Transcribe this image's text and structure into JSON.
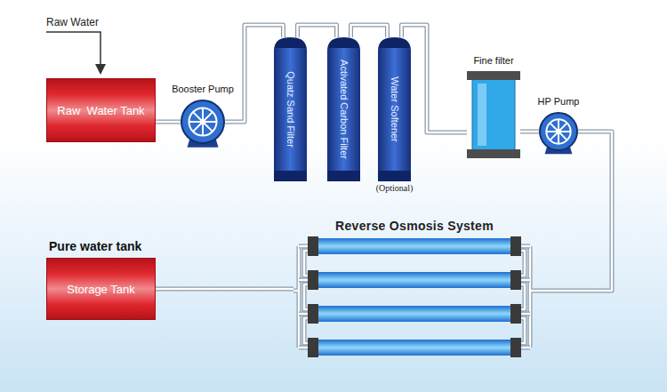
{
  "diagram": {
    "nodes": [
      {
        "text": [
          "Raw  Water Tank"
        ]
      },
      {
        "text": [
          "Booster Pump"
        ]
      },
      {
        "text": [
          "Quatz Sand Filter"
        ]
      },
      {
        "text": [
          "Activated Carbon Filter"
        ]
      },
      {
        "text": [
          "Water Softener",
          "(Optional)"
        ]
      },
      {
        "text": [
          "Fine filter"
        ]
      },
      {
        "text": [
          "HP Pump"
        ]
      },
      {
        "text": [
          "Reverse Osmosis System"
        ]
      },
      {
        "text": [
          "Pure water tank",
          "Storage Tank"
        ]
      }
    ],
    "edges": [
      {
        "from": 0,
        "to": 1,
        "arrow": "none"
      },
      {
        "from": 1,
        "to": 2,
        "arrow": "none"
      },
      {
        "from": 2,
        "to": 3,
        "arrow": "none"
      },
      {
        "from": 3,
        "to": 4,
        "arrow": "none"
      },
      {
        "from": 4,
        "to": 5,
        "arrow": "none"
      },
      {
        "from": 5,
        "to": 6,
        "arrow": "none"
      },
      {
        "from": 6,
        "to": 7,
        "arrow": "none"
      },
      {
        "from": 7,
        "to": 8,
        "arrow": "none"
      }
    ],
    "labels": [
      "Raw Water"
    ]
  }
}
